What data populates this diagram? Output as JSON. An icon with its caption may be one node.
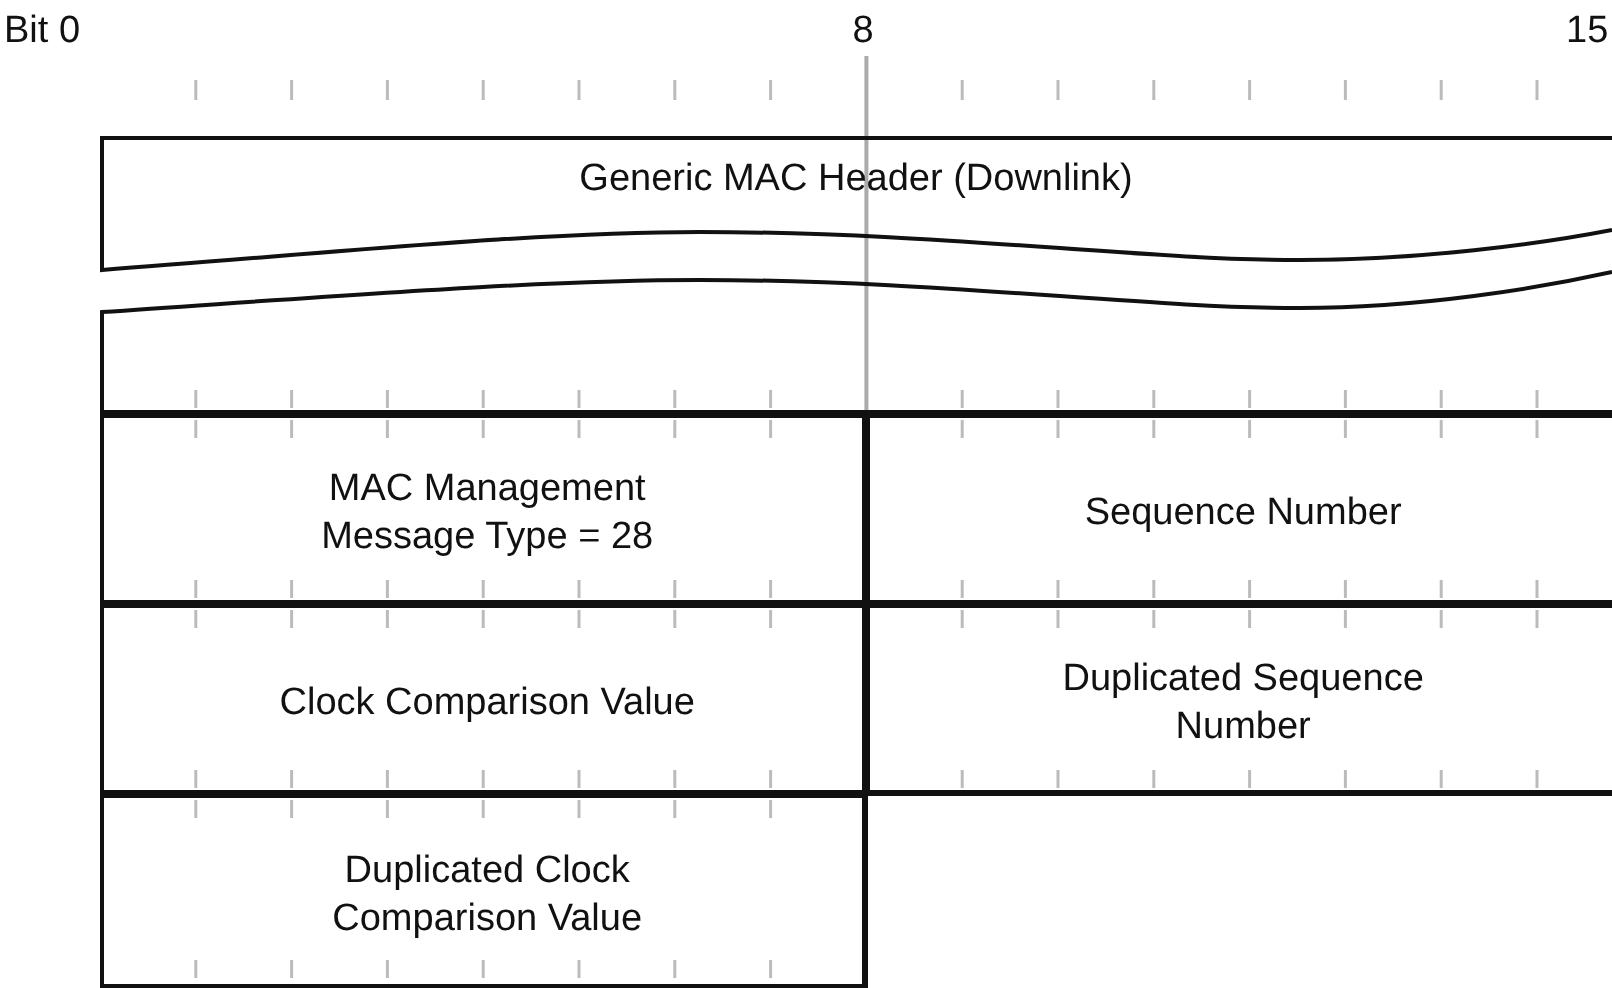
{
  "diagram": {
    "nodes": [
      {
        "text": [
          "Generic MAC Header (Downlink)"
        ]
      },
      {
        "text": [
          "MAC Management Message Type = 28"
        ]
      },
      {
        "text": [
          "Sequence Number"
        ]
      },
      {
        "text": [
          "Clock Comparison Value"
        ]
      },
      {
        "text": [
          "Duplicated Sequence Number"
        ]
      },
      {
        "text": [
          "Duplicated Clock Comparison Value"
        ]
      }
    ],
    "edges": [],
    "labels": [
      "Bit 0",
      "8",
      "15"
    ]
  }
}
